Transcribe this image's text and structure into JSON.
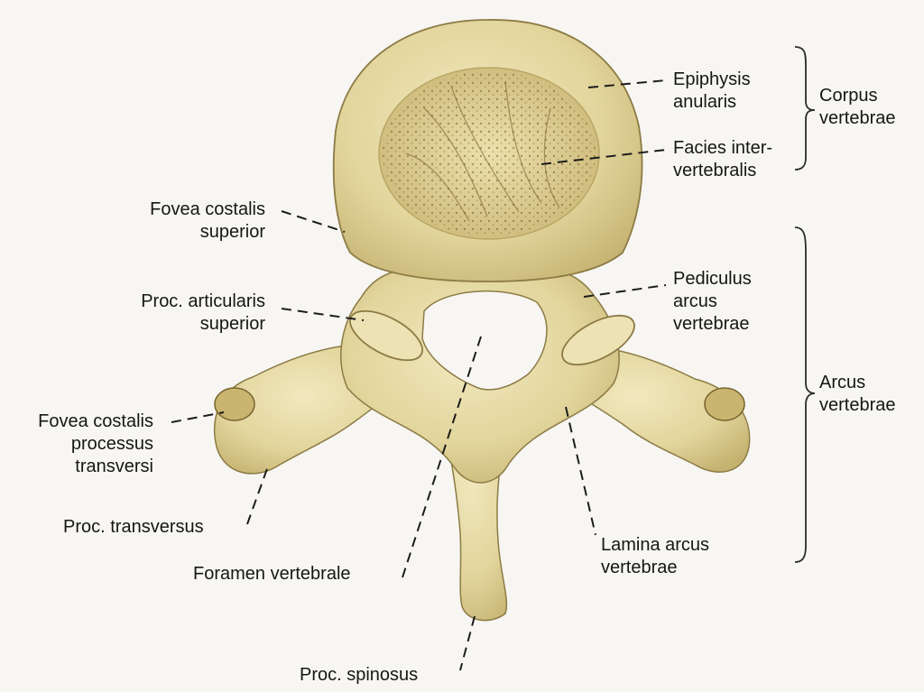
{
  "labels": {
    "epiphysis_anularis": [
      "Epiphysis",
      "anularis"
    ],
    "facies_intervertebralis": [
      "Facies inter-",
      "vertebralis"
    ],
    "corpus_vertebrae": [
      "Corpus",
      "vertebrae"
    ],
    "fovea_costalis_superior": [
      "Fovea costalis",
      "superior"
    ],
    "proc_articularis_superior": [
      "Proc. articularis",
      "superior"
    ],
    "pediculus_arcus_vertebrae": [
      "Pediculus",
      "arcus",
      "vertebrae"
    ],
    "arcus_vertebrae": [
      "Arcus",
      "vertebrae"
    ],
    "fovea_costalis_processus_transversi": [
      "Fovea costalis",
      "processus",
      "transversi"
    ],
    "proc_transversus": [
      "Proc. transversus"
    ],
    "foramen_vertebrale": [
      "Foramen vertebrale"
    ],
    "lamina_arcus_vertebrae": [
      "Lamina arcus",
      "vertebrae"
    ],
    "proc_spinosus": [
      "Proc. spinosus"
    ]
  },
  "colors": {
    "bone": "#e2d59c",
    "bone_shadow": "#b9a765",
    "bone_highlight": "#f1e8be",
    "cancellous": "#dccb86",
    "cancellous_pores": "#6e5a2a",
    "outline": "#8c7b45",
    "leader": "#1c1c1c",
    "background": "#f7f6f2"
  }
}
